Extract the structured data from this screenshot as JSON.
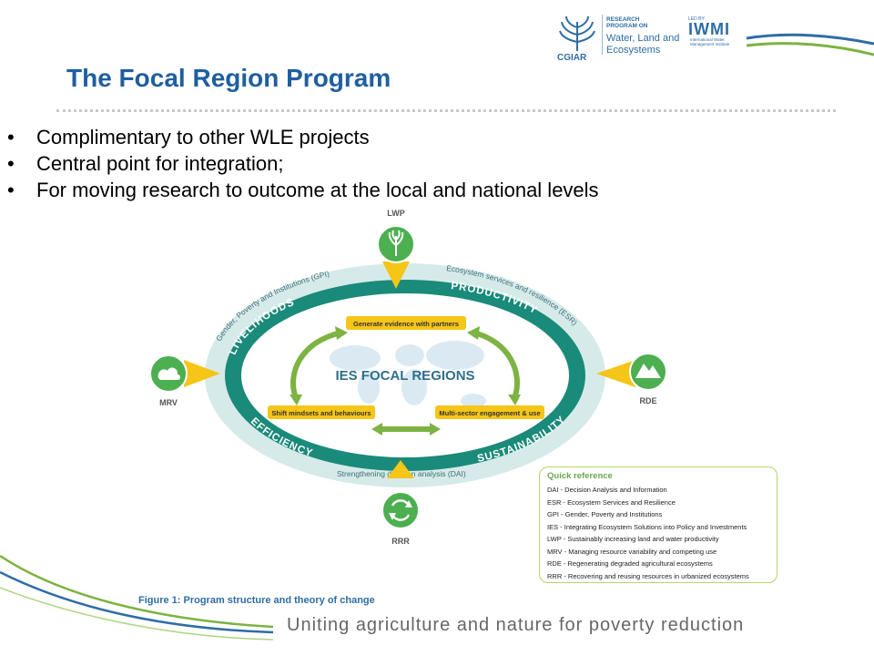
{
  "header": {
    "cgiar": "CGIAR",
    "program_line1": "RESEARCH",
    "program_line2": "PROGRAM ON",
    "program_name_line1": "Water, Land and",
    "program_name_line2": "Ecosystems",
    "led_by": "LED BY:",
    "iwmi": "IWMI",
    "iwmi_sub": "International Water Management Institute"
  },
  "slide": {
    "title": "The Focal Region Program",
    "bullets": [
      "Complimentary to other WLE projects",
      "Central point for integration;",
      "For moving research to outcome at the local and national levels"
    ],
    "bullet_char": "•"
  },
  "diagram": {
    "center": "IES FOCAL REGIONS",
    "nodes": {
      "top": "LWP",
      "left": "MRV",
      "right": "RDE",
      "bottom": "RRR"
    },
    "ring": {
      "top_left": "LIVELIHOODS",
      "top_right": "PRODUCTIVITY",
      "bottom_left": "EFFICIENCY",
      "bottom_right": "SUSTAINABILITY"
    },
    "outer": {
      "top_left": "Gender, Poverty and Institutions (GPI)",
      "top_right": "Ecosystem services and resilience (ESR)",
      "bottom": "Strengthening decision analysis (DAI)"
    },
    "cycle": {
      "top": "Generate evidence with partners",
      "left": "Shift mindsets and behaviours",
      "right": "Multi-sector engagement & use"
    },
    "colors": {
      "ring": "#1a8a7a",
      "outer": "#d6ebe9",
      "node": "#4caf50",
      "pin": "#f5c518",
      "arrows": "#7cb342",
      "boxes": "#f5c518"
    }
  },
  "quick_reference": {
    "title": "Quick reference",
    "items": [
      "DAI  - Decision Analysis and Information",
      "ESR - Ecosystem Services and Resilience",
      "GPI  - Gender, Poverty and Institutions",
      "IES   - Integrating Ecosystem Solutions into Policy and Investments",
      "LWP - Sustainably increasing land and water productivity",
      "MRV - Managing resource variability and competing use",
      "RDE - Regenerating degraded agricultural ecosystems",
      "RRR - Recovering and reusing resources in urbanized ecosystems"
    ]
  },
  "footer": {
    "caption": "Figure 1: Program structure and theory of change",
    "tagline": "Uniting agriculture and nature for poverty reduction"
  }
}
